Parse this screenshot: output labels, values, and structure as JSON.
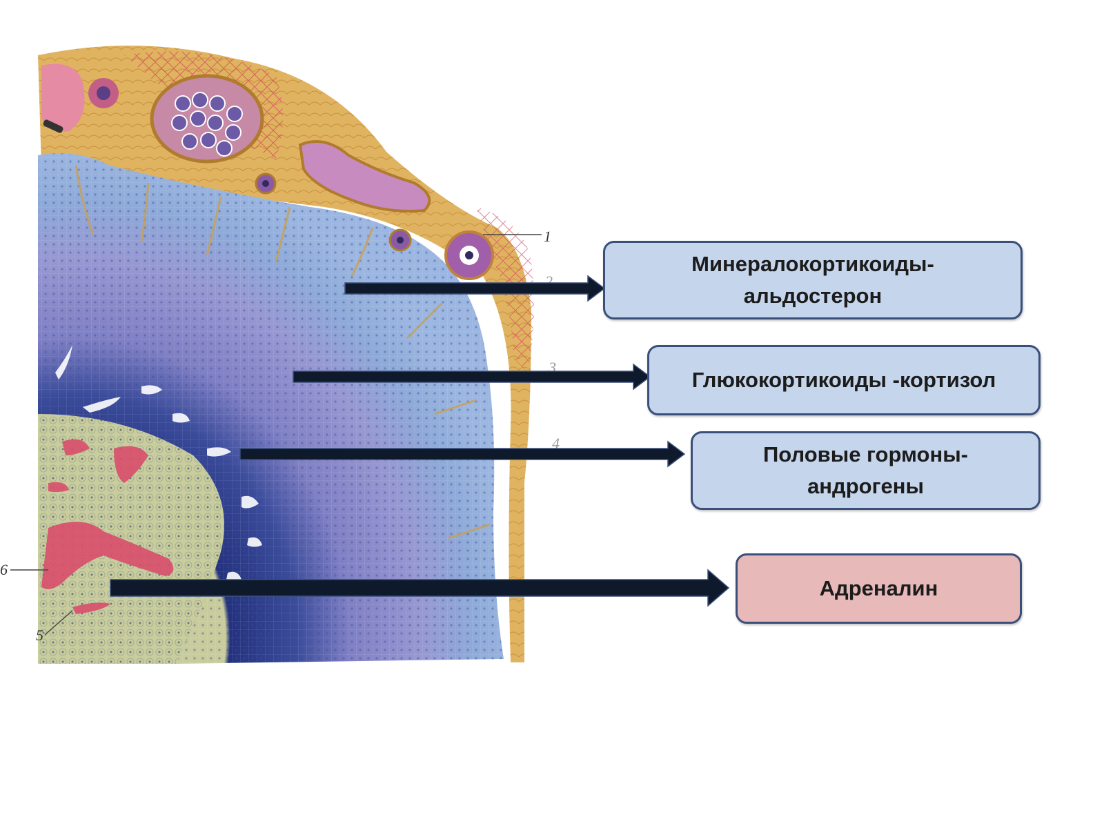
{
  "colors": {
    "box_blue": "#c5d5ec",
    "box_pink": "#e8b9b9",
    "border": "#3a4f7a",
    "arrow": "#0e1a2c",
    "capsule": "#d9a24a",
    "zona_glomerulosa": "#8fa6d6",
    "zona_fasciculata": "#8f8fd0",
    "zona_reticularis": "#2c3f8c",
    "medulla": "#c8cc9c",
    "vessel": "#d9506e"
  },
  "labels": {
    "mineralocorticoids": "Минералокортикоиды-\nальдостерон",
    "glucocorticoids": "Глюкокортикоиды -кортизол",
    "sex_hormones": "Половые гормоны-\nандрогены",
    "adrenaline": "Адреналин"
  },
  "figure_numbers": [
    "1",
    "2",
    "3",
    "4",
    "5",
    "6"
  ]
}
